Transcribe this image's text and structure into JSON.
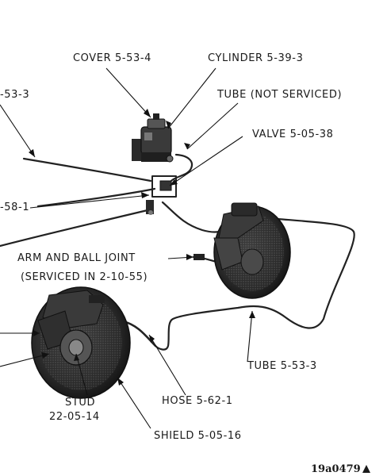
{
  "labels": {
    "cover": "COVER 5-53-4",
    "cylinder": "CYLINDER 5-39-3",
    "tube_not_serviced": "TUBE (NOT SERVICED)",
    "valve": "VALVE 5-05-38",
    "tube_left": "-53-3",
    "left_58": "-58-1",
    "arm_ball_joint": "ARM AND BALL JOINT",
    "arm_ball_joint_note": "(SERVICED IN 2-10-55)",
    "tube_lower": "TUBE 5-53-3",
    "hose": "HOSE 5-62-1",
    "stud_name": "STUD",
    "stud_number": "22-05-14",
    "shield": "SHIELD 5-05-16",
    "figure_id": "19a0479"
  }
}
